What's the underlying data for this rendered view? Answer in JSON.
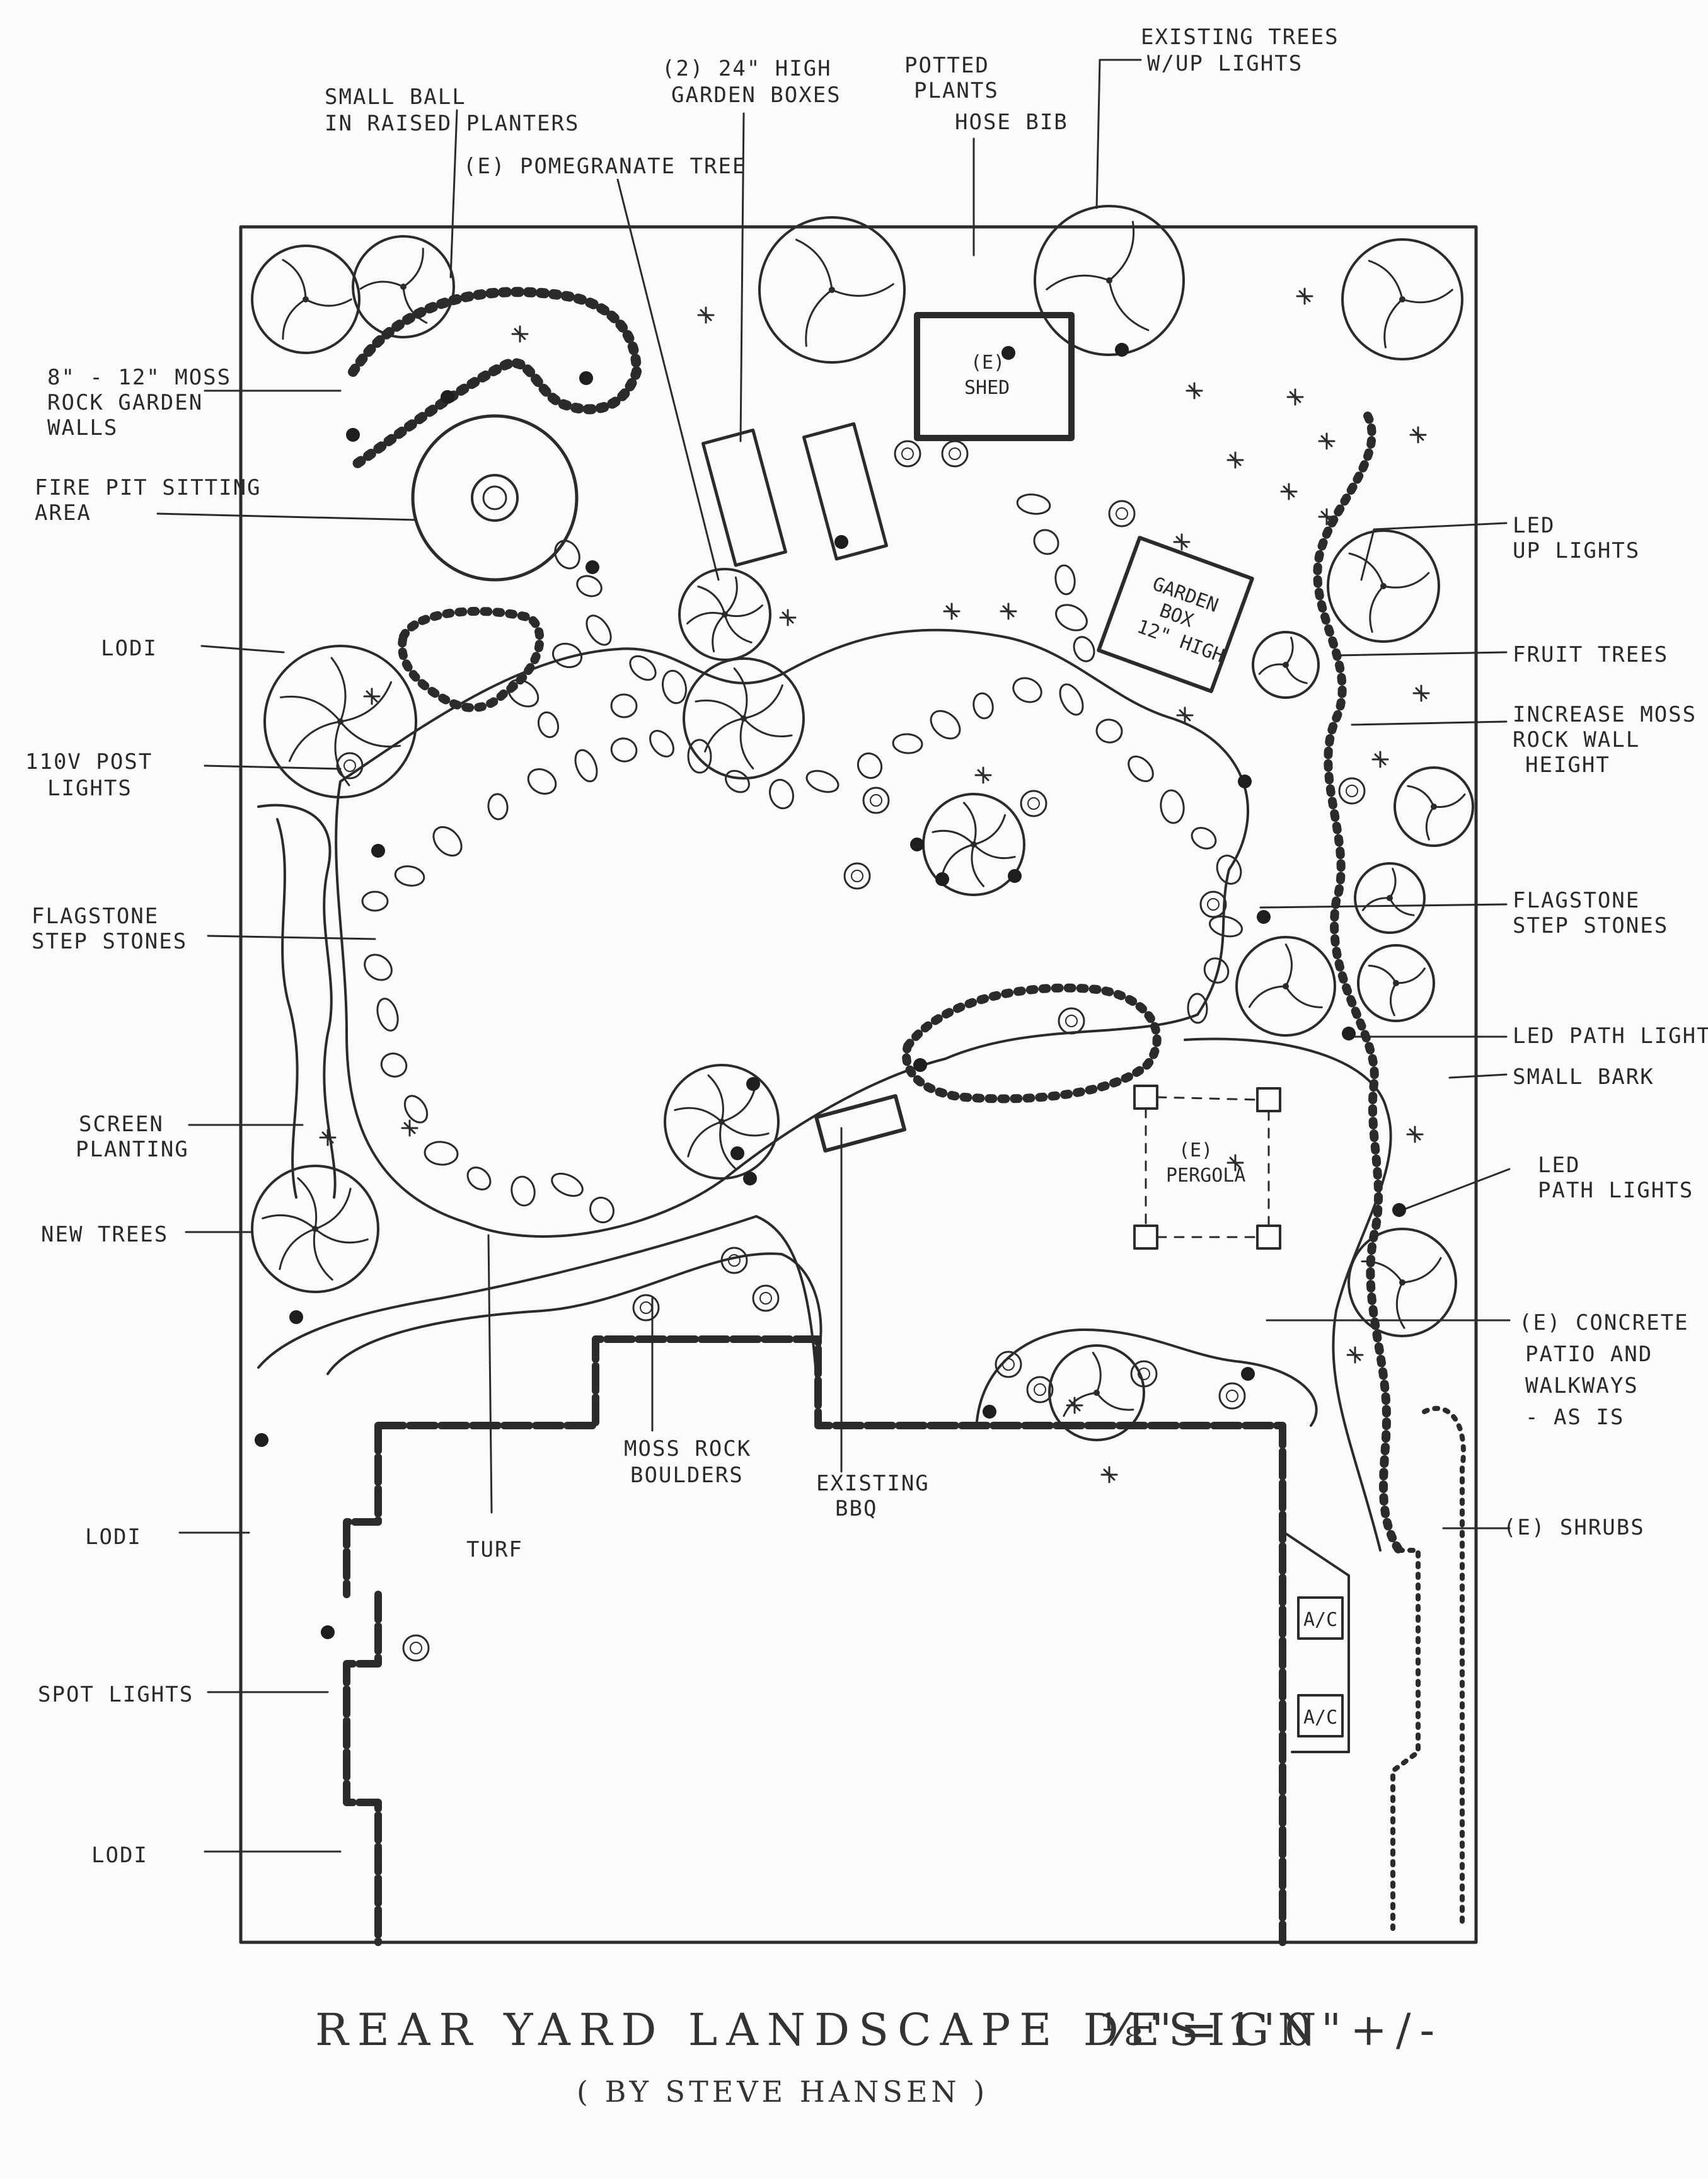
{
  "title": "REAR YARD LANDSCAPE DESIGN",
  "scale": "⅛\"=1'0\"+/-",
  "author": "( BY STEVE HANSEN )",
  "labels": {
    "small_ball": [
      "SMALL BALL",
      "IN RAISED PLANTERS"
    ],
    "garden_boxes_24": [
      "(2) 24\" HIGH",
      "GARDEN BOXES"
    ],
    "potted_plants": [
      "POTTED",
      "PLANTS"
    ],
    "hose_bib": [
      "HOSE BIB"
    ],
    "existing_trees": [
      "EXISTING TREES",
      "W/UP LIGHTS"
    ],
    "pomegranate": [
      "(E) POMEGRANATE TREE"
    ],
    "moss_rock_walls": [
      "8\" - 12\" MOSS",
      "ROCK GARDEN",
      "WALLS"
    ],
    "fire_pit": [
      "FIRE PIT SITTING",
      "AREA"
    ],
    "lodi_1": [
      "LODI"
    ],
    "post_lights": [
      "110V POST",
      "LIGHTS"
    ],
    "flagstone_left": [
      "FLAGSTONE",
      "STEP STONES"
    ],
    "screen_planting": [
      "SCREEN",
      "PLANTING"
    ],
    "new_trees": [
      "NEW TREES"
    ],
    "turf": [
      "TURF"
    ],
    "moss_rock_boulders": [
      "MOSS ROCK",
      "BOULDERS"
    ],
    "existing_bbq": [
      "EXISTING",
      "BBQ"
    ],
    "lodi_2": [
      "LODI"
    ],
    "spot_lights": [
      "SPOT LIGHTS"
    ],
    "lodi_3": [
      "LODI"
    ],
    "led_up_lights": [
      "LED",
      "UP LIGHTS"
    ],
    "fruit_trees": [
      "FRUIT TREES"
    ],
    "increase_moss": [
      "INCREASE MOSS",
      "ROCK WALL",
      "HEIGHT"
    ],
    "flagstone_right": [
      "FLAGSTONE",
      "STEP STONES"
    ],
    "led_path_lights_1": [
      "LED PATH LIGHTS"
    ],
    "small_bark": [
      "SMALL BARK"
    ],
    "led_path_lights_2": [
      "LED",
      "PATH LIGHTS"
    ],
    "concrete_patio": [
      "(E) CONCRETE",
      "PATIO AND",
      "WALKWAYS",
      "- AS IS"
    ],
    "shrubs": [
      "(E) SHRUBS"
    ],
    "shed": [
      "(E)",
      "SHED"
    ],
    "garden_box_12": [
      "GARDEN",
      "BOX",
      "12\" HIGH"
    ],
    "pergola": [
      "(E)",
      "PERGOLA"
    ],
    "ac_1": "A/C",
    "ac_2": "A/C"
  }
}
